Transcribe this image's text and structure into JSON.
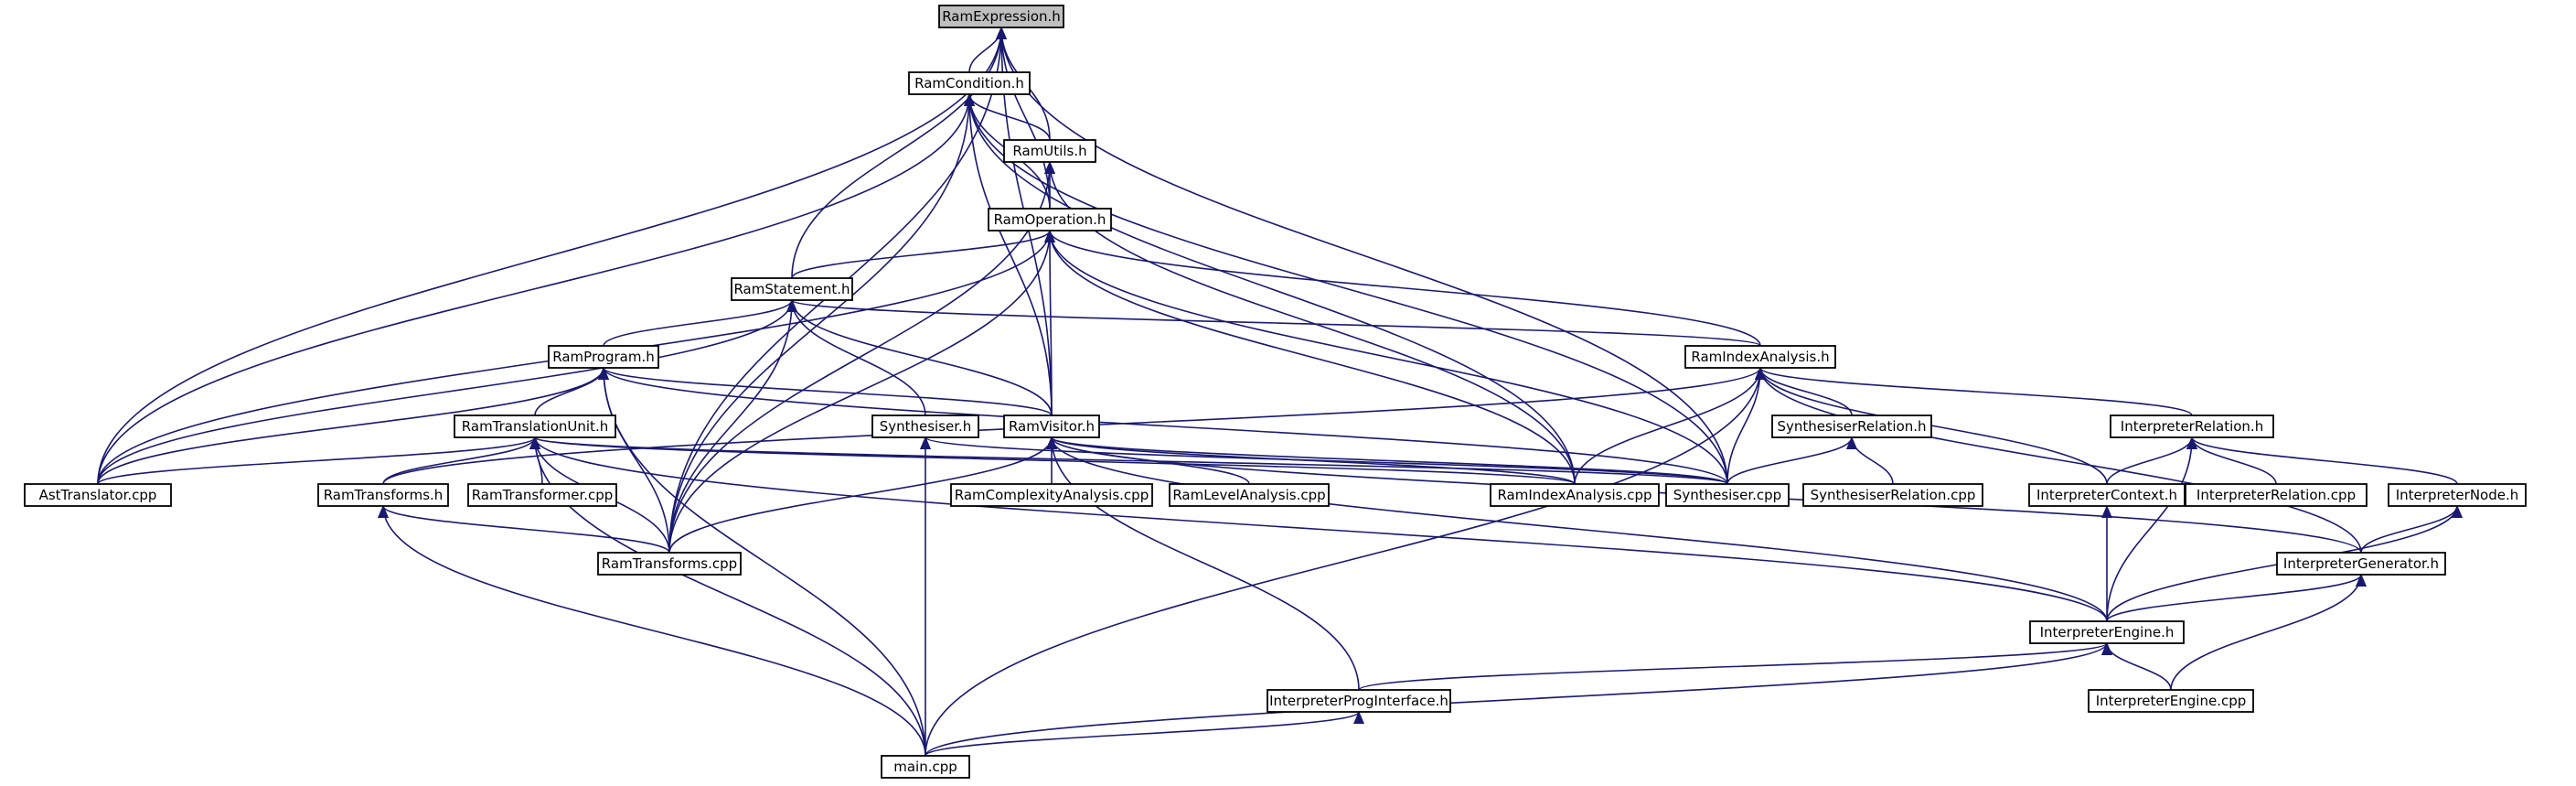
{
  "colors": {
    "edge": "#191970",
    "node_border": "#000000",
    "node_fill": "#ffffff",
    "root_fill": "#bfbfbf"
  },
  "nodes": [
    {
      "id": "ram-expression-h",
      "label": "RamExpression.h",
      "root": true
    },
    {
      "id": "ram-condition-h",
      "label": "RamCondition.h"
    },
    {
      "id": "ram-utils-h",
      "label": "RamUtils.h"
    },
    {
      "id": "ram-operation-h",
      "label": "RamOperation.h"
    },
    {
      "id": "ram-statement-h",
      "label": "RamStatement.h"
    },
    {
      "id": "ram-program-h",
      "label": "RamProgram.h"
    },
    {
      "id": "ram-translation-unit-h",
      "label": "RamTranslationUnit.h"
    },
    {
      "id": "synthesiser-h",
      "label": "Synthesiser.h"
    },
    {
      "id": "ram-visitor-h",
      "label": "RamVisitor.h"
    },
    {
      "id": "ram-index-analysis-h",
      "label": "RamIndexAnalysis.h"
    },
    {
      "id": "synthesiser-relation-h",
      "label": "SynthesiserRelation.h"
    },
    {
      "id": "interpreter-relation-h",
      "label": "InterpreterRelation.h"
    },
    {
      "id": "ast-translator-cpp",
      "label": "AstTranslator.cpp"
    },
    {
      "id": "ram-transforms-h",
      "label": "RamTransforms.h"
    },
    {
      "id": "ram-transformer-cpp",
      "label": "RamTransformer.cpp"
    },
    {
      "id": "ram-complexity-analysis-cpp",
      "label": "RamComplexityAnalysis.cpp"
    },
    {
      "id": "ram-level-analysis-cpp",
      "label": "RamLevelAnalysis.cpp"
    },
    {
      "id": "ram-index-analysis-cpp",
      "label": "RamIndexAnalysis.cpp"
    },
    {
      "id": "synthesiser-cpp",
      "label": "Synthesiser.cpp"
    },
    {
      "id": "synthesiser-relation-cpp",
      "label": "SynthesiserRelation.cpp"
    },
    {
      "id": "interpreter-context-h",
      "label": "InterpreterContext.h"
    },
    {
      "id": "interpreter-relation-cpp",
      "label": "InterpreterRelation.cpp"
    },
    {
      "id": "interpreter-node-h",
      "label": "InterpreterNode.h"
    },
    {
      "id": "ram-transforms-cpp",
      "label": "RamTransforms.cpp"
    },
    {
      "id": "interpreter-generator-h",
      "label": "InterpreterGenerator.h"
    },
    {
      "id": "interpreter-engine-h",
      "label": "InterpreterEngine.h"
    },
    {
      "id": "interpreter-prog-interface-h",
      "label": "InterpreterProgInterface.h"
    },
    {
      "id": "interpreter-engine-cpp",
      "label": "InterpreterEngine.cpp"
    },
    {
      "id": "main-cpp",
      "label": "main.cpp"
    }
  ],
  "edges": [
    [
      "ram-condition-h",
      "ram-expression-h"
    ],
    [
      "ram-utils-h",
      "ram-expression-h"
    ],
    [
      "ram-operation-h",
      "ram-expression-h"
    ],
    [
      "ram-statement-h",
      "ram-expression-h"
    ],
    [
      "ram-visitor-h",
      "ram-expression-h"
    ],
    [
      "ast-translator-cpp",
      "ram-expression-h"
    ],
    [
      "ram-transforms-cpp",
      "ram-expression-h"
    ],
    [
      "synthesiser-cpp",
      "ram-expression-h"
    ],
    [
      "ram-utils-h",
      "ram-condition-h"
    ],
    [
      "ram-operation-h",
      "ram-condition-h"
    ],
    [
      "ram-visitor-h",
      "ram-condition-h"
    ],
    [
      "ast-translator-cpp",
      "ram-condition-h"
    ],
    [
      "ram-transforms-cpp",
      "ram-condition-h"
    ],
    [
      "ram-index-analysis-cpp",
      "ram-condition-h"
    ],
    [
      "synthesiser-cpp",
      "ram-condition-h"
    ],
    [
      "ram-operation-h",
      "ram-utils-h"
    ],
    [
      "ram-transforms-cpp",
      "ram-utils-h"
    ],
    [
      "ram-index-analysis-cpp",
      "ram-utils-h"
    ],
    [
      "ram-statement-h",
      "ram-operation-h"
    ],
    [
      "ram-visitor-h",
      "ram-operation-h"
    ],
    [
      "ram-index-analysis-h",
      "ram-operation-h"
    ],
    [
      "ast-translator-cpp",
      "ram-operation-h"
    ],
    [
      "ram-transforms-cpp",
      "ram-operation-h"
    ],
    [
      "ram-index-analysis-cpp",
      "ram-operation-h"
    ],
    [
      "synthesiser-cpp",
      "ram-operation-h"
    ],
    [
      "ram-program-h",
      "ram-statement-h"
    ],
    [
      "synthesiser-h",
      "ram-statement-h"
    ],
    [
      "ram-visitor-h",
      "ram-statement-h"
    ],
    [
      "ram-index-analysis-h",
      "ram-statement-h"
    ],
    [
      "ast-translator-cpp",
      "ram-statement-h"
    ],
    [
      "ram-transforms-cpp",
      "ram-statement-h"
    ],
    [
      "ram-translation-unit-h",
      "ram-program-h"
    ],
    [
      "ram-visitor-h",
      "ram-program-h"
    ],
    [
      "ast-translator-cpp",
      "ram-program-h"
    ],
    [
      "ram-transforms-cpp",
      "ram-program-h"
    ],
    [
      "synthesiser-cpp",
      "ram-program-h"
    ],
    [
      "main-cpp",
      "ram-program-h"
    ],
    [
      "ast-translator-cpp",
      "ram-translation-unit-h"
    ],
    [
      "ram-transforms-h",
      "ram-translation-unit-h"
    ],
    [
      "ram-transformer-cpp",
      "ram-translation-unit-h"
    ],
    [
      "ram-transforms-cpp",
      "ram-translation-unit-h"
    ],
    [
      "ram-index-analysis-cpp",
      "ram-translation-unit-h"
    ],
    [
      "synthesiser-cpp",
      "ram-translation-unit-h"
    ],
    [
      "interpreter-engine-h",
      "ram-translation-unit-h"
    ],
    [
      "main-cpp",
      "ram-translation-unit-h"
    ],
    [
      "synthesiser-cpp",
      "synthesiser-h"
    ],
    [
      "main-cpp",
      "synthesiser-h"
    ],
    [
      "ram-complexity-analysis-cpp",
      "ram-visitor-h"
    ],
    [
      "ram-level-analysis-cpp",
      "ram-visitor-h"
    ],
    [
      "ram-index-analysis-cpp",
      "ram-visitor-h"
    ],
    [
      "synthesiser-cpp",
      "ram-visitor-h"
    ],
    [
      "ram-transforms-cpp",
      "ram-visitor-h"
    ],
    [
      "interpreter-generator-h",
      "ram-visitor-h"
    ],
    [
      "interpreter-engine-h",
      "ram-visitor-h"
    ],
    [
      "interpreter-prog-interface-h",
      "ram-visitor-h"
    ],
    [
      "ram-transforms-h",
      "ram-index-analysis-h"
    ],
    [
      "ram-index-analysis-cpp",
      "ram-index-analysis-h"
    ],
    [
      "synthesiser-cpp",
      "ram-index-analysis-h"
    ],
    [
      "synthesiser-relation-h",
      "ram-index-analysis-h"
    ],
    [
      "interpreter-relation-h",
      "ram-index-analysis-h"
    ],
    [
      "interpreter-context-h",
      "ram-index-analysis-h"
    ],
    [
      "interpreter-generator-h",
      "ram-index-analysis-h"
    ],
    [
      "main-cpp",
      "ram-index-analysis-h"
    ],
    [
      "synthesiser-cpp",
      "synthesiser-relation-h"
    ],
    [
      "synthesiser-relation-cpp",
      "synthesiser-relation-h"
    ],
    [
      "interpreter-context-h",
      "interpreter-relation-h"
    ],
    [
      "interpreter-relation-cpp",
      "interpreter-relation-h"
    ],
    [
      "interpreter-node-h",
      "interpreter-relation-h"
    ],
    [
      "interpreter-engine-h",
      "interpreter-relation-h"
    ],
    [
      "ram-transforms-cpp",
      "ram-transforms-h"
    ],
    [
      "main-cpp",
      "ram-transforms-h"
    ],
    [
      "interpreter-engine-h",
      "interpreter-context-h"
    ],
    [
      "interpreter-generator-h",
      "interpreter-node-h"
    ],
    [
      "interpreter-engine-h",
      "interpreter-node-h"
    ],
    [
      "interpreter-engine-h",
      "interpreter-generator-h"
    ],
    [
      "interpreter-engine-cpp",
      "interpreter-generator-h"
    ],
    [
      "interpreter-prog-interface-h",
      "interpreter-engine-h"
    ],
    [
      "interpreter-engine-cpp",
      "interpreter-engine-h"
    ],
    [
      "main-cpp",
      "interpreter-engine-h"
    ],
    [
      "main-cpp",
      "interpreter-prog-interface-h"
    ]
  ]
}
